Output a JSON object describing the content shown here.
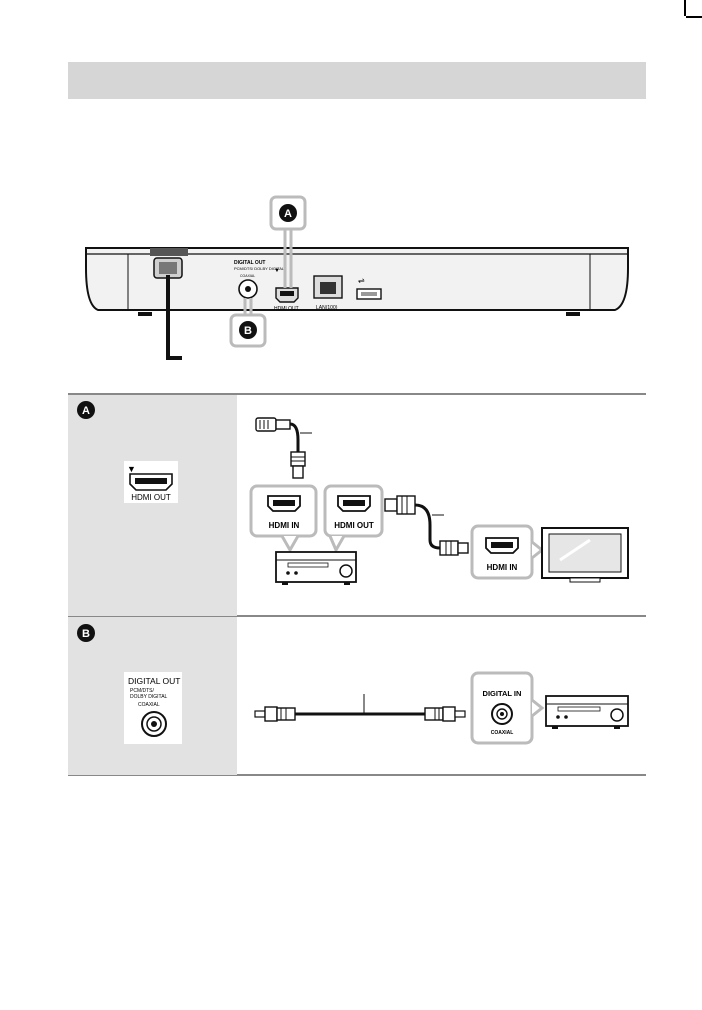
{
  "header": {
    "title": ""
  },
  "callouts": {
    "a": "A",
    "b": "B"
  },
  "player": {
    "digital_out": "DIGITAL OUT",
    "digital_out_sub": "PCM/DTS/ DOLBY DIGITAL",
    "coaxial": "COAXIAL",
    "hdmi_out": "HDMI OUT",
    "lan": "LAN(100)"
  },
  "row_a": {
    "port_label": "HDMI OUT",
    "amp_in": "HDMI IN",
    "amp_out": "HDMI OUT",
    "tv_in": "HDMI IN"
  },
  "row_b": {
    "port_title": "DIGITAL OUT",
    "port_sub1": "PCM/DTS/",
    "port_sub2": "DOLBY DIGITAL",
    "port_coaxial": "COAXIAL",
    "amp_in": "DIGITAL IN",
    "amp_coaxial": "COAXIAL"
  },
  "colors": {
    "panel": "#e2e2e2",
    "band": "#d6d6d6",
    "outline": "#111111",
    "bubble": "#bbbbbb"
  }
}
